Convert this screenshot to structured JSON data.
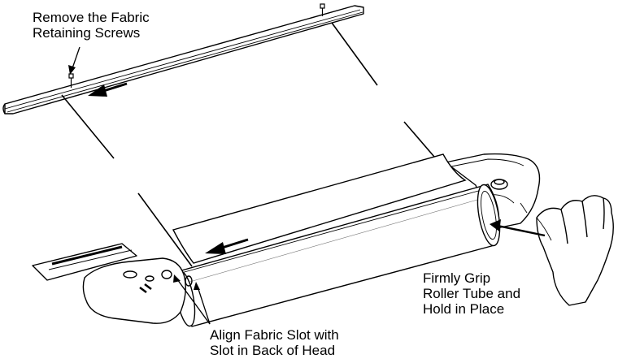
{
  "callouts": {
    "remove_screws": {
      "line1": "Remove the Fabric",
      "line2": "Retaining Screws"
    },
    "grip_tube": {
      "line1": "Firmly Grip",
      "line2": "Roller Tube and",
      "line3": "Hold in Place"
    },
    "align_slot": {
      "line1": "Align Fabric Slot with",
      "line2": "Slot in Back of Head"
    }
  },
  "colors": {
    "ink": "#000000",
    "paper": "#ffffff",
    "shade": "#d9d9d9"
  }
}
